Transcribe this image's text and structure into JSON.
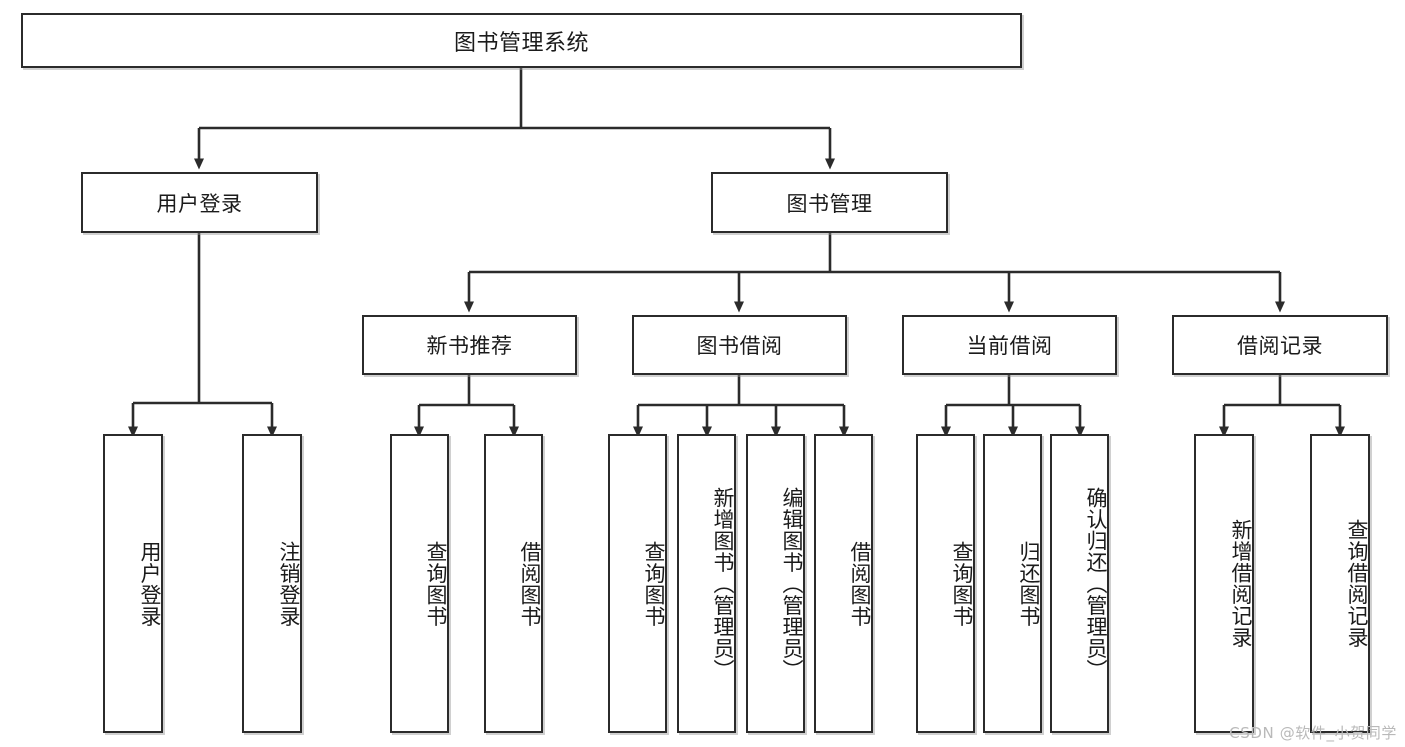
{
  "diagram": {
    "type": "tree-hierarchy-chart",
    "title": "图书管理系统",
    "watermark": "CSDN @软件_小贺同学",
    "colors": {
      "box_border": "#2b2b2b",
      "box_fill": "#ffffff",
      "connector": "#2b2b2b",
      "watermark": "#b9b9b9"
    },
    "nodes": {
      "root": {
        "label": "图书管理系统",
        "level": 1,
        "orientation": "horizontal"
      },
      "level2": [
        {
          "id": "user-login",
          "label": "用户登录",
          "orientation": "horizontal"
        },
        {
          "id": "book-manage",
          "label": "图书管理",
          "orientation": "horizontal"
        }
      ],
      "level3": [
        {
          "id": "new-book-recommend",
          "label": "新书推荐",
          "orientation": "horizontal",
          "parent": "book-manage"
        },
        {
          "id": "book-borrow",
          "label": "图书借阅",
          "orientation": "horizontal",
          "parent": "book-manage"
        },
        {
          "id": "current-borrow",
          "label": "当前借阅",
          "orientation": "horizontal",
          "parent": "book-manage"
        },
        {
          "id": "borrow-record",
          "label": "借阅记录",
          "orientation": "horizontal",
          "parent": "book-manage"
        }
      ],
      "leaves": [
        {
          "id": "leaf-user-login",
          "label": "用户登录",
          "orientation": "vertical",
          "parent": "user-login"
        },
        {
          "id": "leaf-user-logout",
          "label": "注销登录",
          "orientation": "vertical",
          "parent": "user-login"
        },
        {
          "id": "leaf-query-book-1",
          "label": "查询图书",
          "orientation": "vertical",
          "parent": "new-book-recommend"
        },
        {
          "id": "leaf-borrow-book-1",
          "label": "借阅图书",
          "orientation": "vertical",
          "parent": "new-book-recommend"
        },
        {
          "id": "leaf-query-book-2",
          "label": "查询图书",
          "orientation": "vertical",
          "parent": "book-borrow"
        },
        {
          "id": "leaf-add-book",
          "label": "新增图书（管理员）",
          "orientation": "vertical",
          "parent": "book-borrow"
        },
        {
          "id": "leaf-edit-book",
          "label": "编辑图书（管理员）",
          "orientation": "vertical",
          "parent": "book-borrow"
        },
        {
          "id": "leaf-borrow-book-2",
          "label": "借阅图书",
          "orientation": "vertical",
          "parent": "book-borrow"
        },
        {
          "id": "leaf-query-book-3",
          "label": "查询图书",
          "orientation": "vertical",
          "parent": "current-borrow"
        },
        {
          "id": "leaf-return-book",
          "label": "归还图书",
          "orientation": "vertical",
          "parent": "current-borrow"
        },
        {
          "id": "leaf-confirm-return",
          "label": "确认归还（管理员）",
          "orientation": "vertical",
          "parent": "current-borrow"
        },
        {
          "id": "leaf-add-record",
          "label": "新增借阅记录",
          "orientation": "vertical",
          "parent": "borrow-record"
        },
        {
          "id": "leaf-query-record",
          "label": "查询借阅记录",
          "orientation": "vertical",
          "parent": "borrow-record"
        }
      ]
    }
  }
}
